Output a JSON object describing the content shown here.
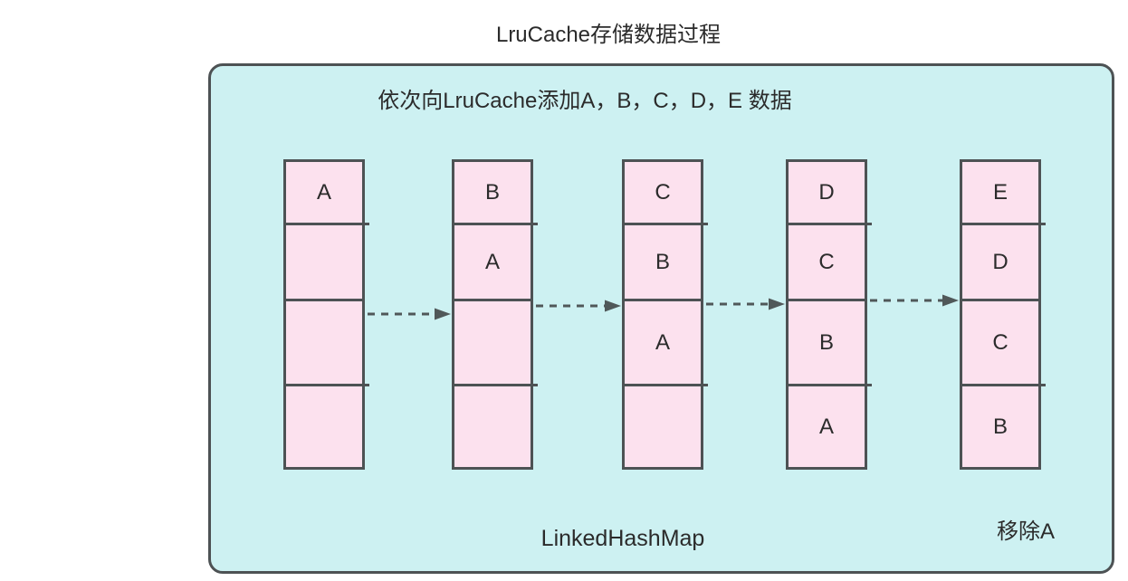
{
  "title": "LruCache存储数据过程",
  "panel": {
    "subtitle": "依次向LruCache添加A，B，C，D，E 数据",
    "footer_left": "LinkedHashMap",
    "footer_right": "移除A"
  },
  "diagram": {
    "structure": "LinkedHashMap",
    "columns": [
      {
        "name": "step-1",
        "cells": [
          "A",
          "",
          "",
          ""
        ]
      },
      {
        "name": "step-2",
        "cells": [
          "B",
          "A",
          "",
          ""
        ]
      },
      {
        "name": "step-3",
        "cells": [
          "C",
          "B",
          "A",
          ""
        ]
      },
      {
        "name": "step-4",
        "cells": [
          "D",
          "C",
          "B",
          "A"
        ]
      },
      {
        "name": "step-5",
        "cells": [
          "E",
          "D",
          "C",
          "B"
        ]
      }
    ],
    "arrows": 4,
    "evicted_item": "A"
  },
  "colors": {
    "panel_bg": "#cdf1f2",
    "cell_bg": "#fce1ee",
    "border": "#4d5254",
    "arrow": "#505859",
    "text": "#2b2b2b"
  }
}
